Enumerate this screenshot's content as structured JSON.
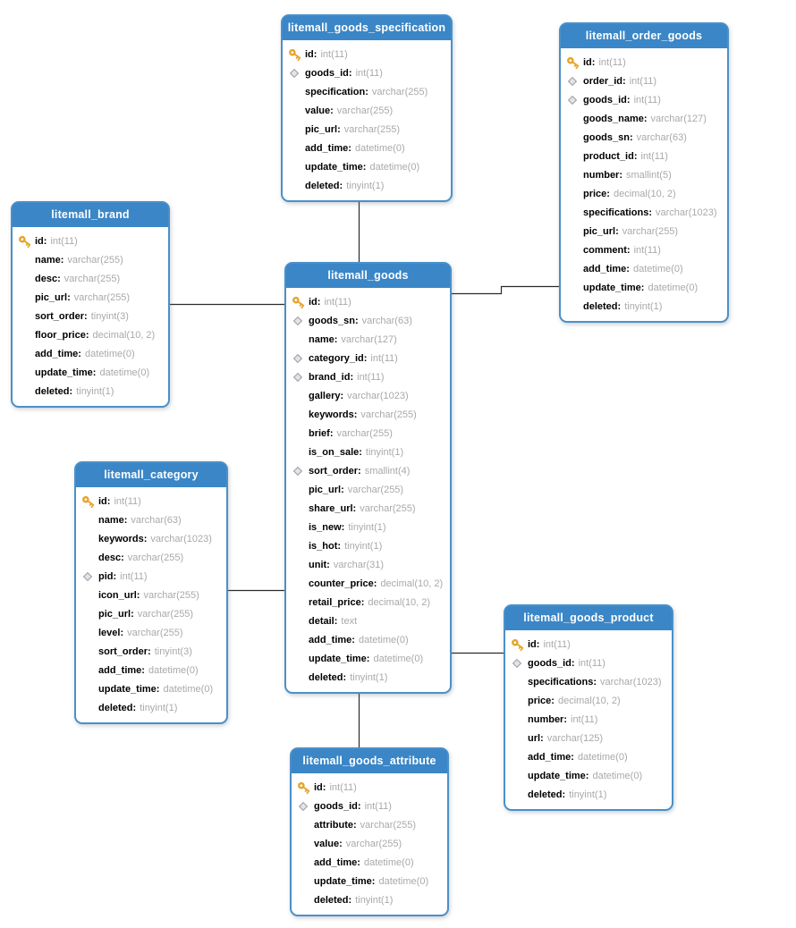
{
  "diagram": {
    "tables": [
      {
        "name": "litemall_goods_specification",
        "columns": [
          {
            "name": "id",
            "type": "int(11)",
            "key": "primary"
          },
          {
            "name": "goods_id",
            "type": "int(11)",
            "key": "foreign"
          },
          {
            "name": "specification",
            "type": "varchar(255)",
            "key": "none"
          },
          {
            "name": "value",
            "type": "varchar(255)",
            "key": "none"
          },
          {
            "name": "pic_url",
            "type": "varchar(255)",
            "key": "none"
          },
          {
            "name": "add_time",
            "type": "datetime(0)",
            "key": "none"
          },
          {
            "name": "update_time",
            "type": "datetime(0)",
            "key": "none"
          },
          {
            "name": "deleted",
            "type": "tinyint(1)",
            "key": "none"
          }
        ]
      },
      {
        "name": "litemall_order_goods",
        "columns": [
          {
            "name": "id",
            "type": "int(11)",
            "key": "primary"
          },
          {
            "name": "order_id",
            "type": "int(11)",
            "key": "foreign"
          },
          {
            "name": "goods_id",
            "type": "int(11)",
            "key": "foreign"
          },
          {
            "name": "goods_name",
            "type": "varchar(127)",
            "key": "none"
          },
          {
            "name": "goods_sn",
            "type": "varchar(63)",
            "key": "none"
          },
          {
            "name": "product_id",
            "type": "int(11)",
            "key": "none"
          },
          {
            "name": "number",
            "type": "smallint(5)",
            "key": "none"
          },
          {
            "name": "price",
            "type": "decimal(10, 2)",
            "key": "none"
          },
          {
            "name": "specifications",
            "type": "varchar(1023)",
            "key": "none"
          },
          {
            "name": "pic_url",
            "type": "varchar(255)",
            "key": "none"
          },
          {
            "name": "comment",
            "type": "int(11)",
            "key": "none"
          },
          {
            "name": "add_time",
            "type": "datetime(0)",
            "key": "none"
          },
          {
            "name": "update_time",
            "type": "datetime(0)",
            "key": "none"
          },
          {
            "name": "deleted",
            "type": "tinyint(1)",
            "key": "none"
          }
        ]
      },
      {
        "name": "litemall_brand",
        "columns": [
          {
            "name": "id",
            "type": "int(11)",
            "key": "primary"
          },
          {
            "name": "name",
            "type": "varchar(255)",
            "key": "none"
          },
          {
            "name": "desc",
            "type": "varchar(255)",
            "key": "none"
          },
          {
            "name": "pic_url",
            "type": "varchar(255)",
            "key": "none"
          },
          {
            "name": "sort_order",
            "type": "tinyint(3)",
            "key": "none"
          },
          {
            "name": "floor_price",
            "type": "decimal(10, 2)",
            "key": "none"
          },
          {
            "name": "add_time",
            "type": "datetime(0)",
            "key": "none"
          },
          {
            "name": "update_time",
            "type": "datetime(0)",
            "key": "none"
          },
          {
            "name": "deleted",
            "type": "tinyint(1)",
            "key": "none"
          }
        ]
      },
      {
        "name": "litemall_goods",
        "columns": [
          {
            "name": "id",
            "type": "int(11)",
            "key": "primary"
          },
          {
            "name": "goods_sn",
            "type": "varchar(63)",
            "key": "foreign"
          },
          {
            "name": "name",
            "type": "varchar(127)",
            "key": "none"
          },
          {
            "name": "category_id",
            "type": "int(11)",
            "key": "foreign"
          },
          {
            "name": "brand_id",
            "type": "int(11)",
            "key": "foreign"
          },
          {
            "name": "gallery",
            "type": "varchar(1023)",
            "key": "none"
          },
          {
            "name": "keywords",
            "type": "varchar(255)",
            "key": "none"
          },
          {
            "name": "brief",
            "type": "varchar(255)",
            "key": "none"
          },
          {
            "name": "is_on_sale",
            "type": "tinyint(1)",
            "key": "none"
          },
          {
            "name": "sort_order",
            "type": "smallint(4)",
            "key": "foreign"
          },
          {
            "name": "pic_url",
            "type": "varchar(255)",
            "key": "none"
          },
          {
            "name": "share_url",
            "type": "varchar(255)",
            "key": "none"
          },
          {
            "name": "is_new",
            "type": "tinyint(1)",
            "key": "none"
          },
          {
            "name": "is_hot",
            "type": "tinyint(1)",
            "key": "none"
          },
          {
            "name": "unit",
            "type": "varchar(31)",
            "key": "none"
          },
          {
            "name": "counter_price",
            "type": "decimal(10, 2)",
            "key": "none"
          },
          {
            "name": "retail_price",
            "type": "decimal(10, 2)",
            "key": "none"
          },
          {
            "name": "detail",
            "type": "text",
            "key": "none"
          },
          {
            "name": "add_time",
            "type": "datetime(0)",
            "key": "none"
          },
          {
            "name": "update_time",
            "type": "datetime(0)",
            "key": "none"
          },
          {
            "name": "deleted",
            "type": "tinyint(1)",
            "key": "none"
          }
        ]
      },
      {
        "name": "litemall_category",
        "columns": [
          {
            "name": "id",
            "type": "int(11)",
            "key": "primary"
          },
          {
            "name": "name",
            "type": "varchar(63)",
            "key": "none"
          },
          {
            "name": "keywords",
            "type": "varchar(1023)",
            "key": "none"
          },
          {
            "name": "desc",
            "type": "varchar(255)",
            "key": "none"
          },
          {
            "name": "pid",
            "type": "int(11)",
            "key": "foreign"
          },
          {
            "name": "icon_url",
            "type": "varchar(255)",
            "key": "none"
          },
          {
            "name": "pic_url",
            "type": "varchar(255)",
            "key": "none"
          },
          {
            "name": "level",
            "type": "varchar(255)",
            "key": "none"
          },
          {
            "name": "sort_order",
            "type": "tinyint(3)",
            "key": "none"
          },
          {
            "name": "add_time",
            "type": "datetime(0)",
            "key": "none"
          },
          {
            "name": "update_time",
            "type": "datetime(0)",
            "key": "none"
          },
          {
            "name": "deleted",
            "type": "tinyint(1)",
            "key": "none"
          }
        ]
      },
      {
        "name": "litemall_goods_product",
        "columns": [
          {
            "name": "id",
            "type": "int(11)",
            "key": "primary"
          },
          {
            "name": "goods_id",
            "type": "int(11)",
            "key": "foreign"
          },
          {
            "name": "specifications",
            "type": "varchar(1023)",
            "key": "none"
          },
          {
            "name": "price",
            "type": "decimal(10, 2)",
            "key": "none"
          },
          {
            "name": "number",
            "type": "int(11)",
            "key": "none"
          },
          {
            "name": "url",
            "type": "varchar(125)",
            "key": "none"
          },
          {
            "name": "add_time",
            "type": "datetime(0)",
            "key": "none"
          },
          {
            "name": "update_time",
            "type": "datetime(0)",
            "key": "none"
          },
          {
            "name": "deleted",
            "type": "tinyint(1)",
            "key": "none"
          }
        ]
      },
      {
        "name": "litemall_goods_attribute",
        "columns": [
          {
            "name": "id",
            "type": "int(11)",
            "key": "primary"
          },
          {
            "name": "goods_id",
            "type": "int(11)",
            "key": "foreign"
          },
          {
            "name": "attribute",
            "type": "varchar(255)",
            "key": "none"
          },
          {
            "name": "value",
            "type": "varchar(255)",
            "key": "none"
          },
          {
            "name": "add_time",
            "type": "datetime(0)",
            "key": "none"
          },
          {
            "name": "update_time",
            "type": "datetime(0)",
            "key": "none"
          },
          {
            "name": "deleted",
            "type": "tinyint(1)",
            "key": "none"
          }
        ]
      }
    ],
    "relations": [
      {
        "from": "litemall_goods_specification",
        "to": "litemall_goods"
      },
      {
        "from": "litemall_goods",
        "to": "litemall_order_goods"
      },
      {
        "from": "litemall_brand",
        "to": "litemall_goods"
      },
      {
        "from": "litemall_category",
        "to": "litemall_goods"
      },
      {
        "from": "litemall_goods",
        "to": "litemall_goods_product"
      },
      {
        "from": "litemall_goods",
        "to": "litemall_goods_attribute"
      }
    ]
  },
  "icons": {
    "primary": "primary-key-icon",
    "foreign": "foreign-key-icon"
  },
  "colors": {
    "table_header": "#3a86c7",
    "table_border": "#4a90c8",
    "connector": "#2b2b2b",
    "column_name_text": "#000000",
    "column_type_text": "#a9a9a9",
    "key_icon_gold": "#e5a42a",
    "diamond_fill": "#e3e3e8",
    "diamond_stroke": "#9f9fa8"
  }
}
